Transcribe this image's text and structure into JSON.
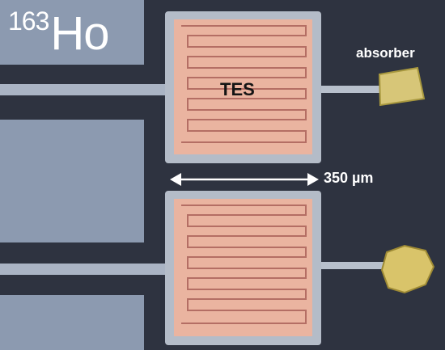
{
  "labels": {
    "isotope_mass": "163",
    "isotope_symbol": "Ho",
    "absorber": "absorber",
    "tes": "TES",
    "dimension": "350 µm"
  },
  "colors": {
    "background": "#2e3340",
    "pad": "#8c9ab0",
    "frame": "#b4bcc8",
    "tes_fill": "#eab4a0",
    "meander": "#b46e64",
    "absorber_gold": "#d7c678",
    "label_light": "#ffffff",
    "label_dark": "#141414"
  }
}
